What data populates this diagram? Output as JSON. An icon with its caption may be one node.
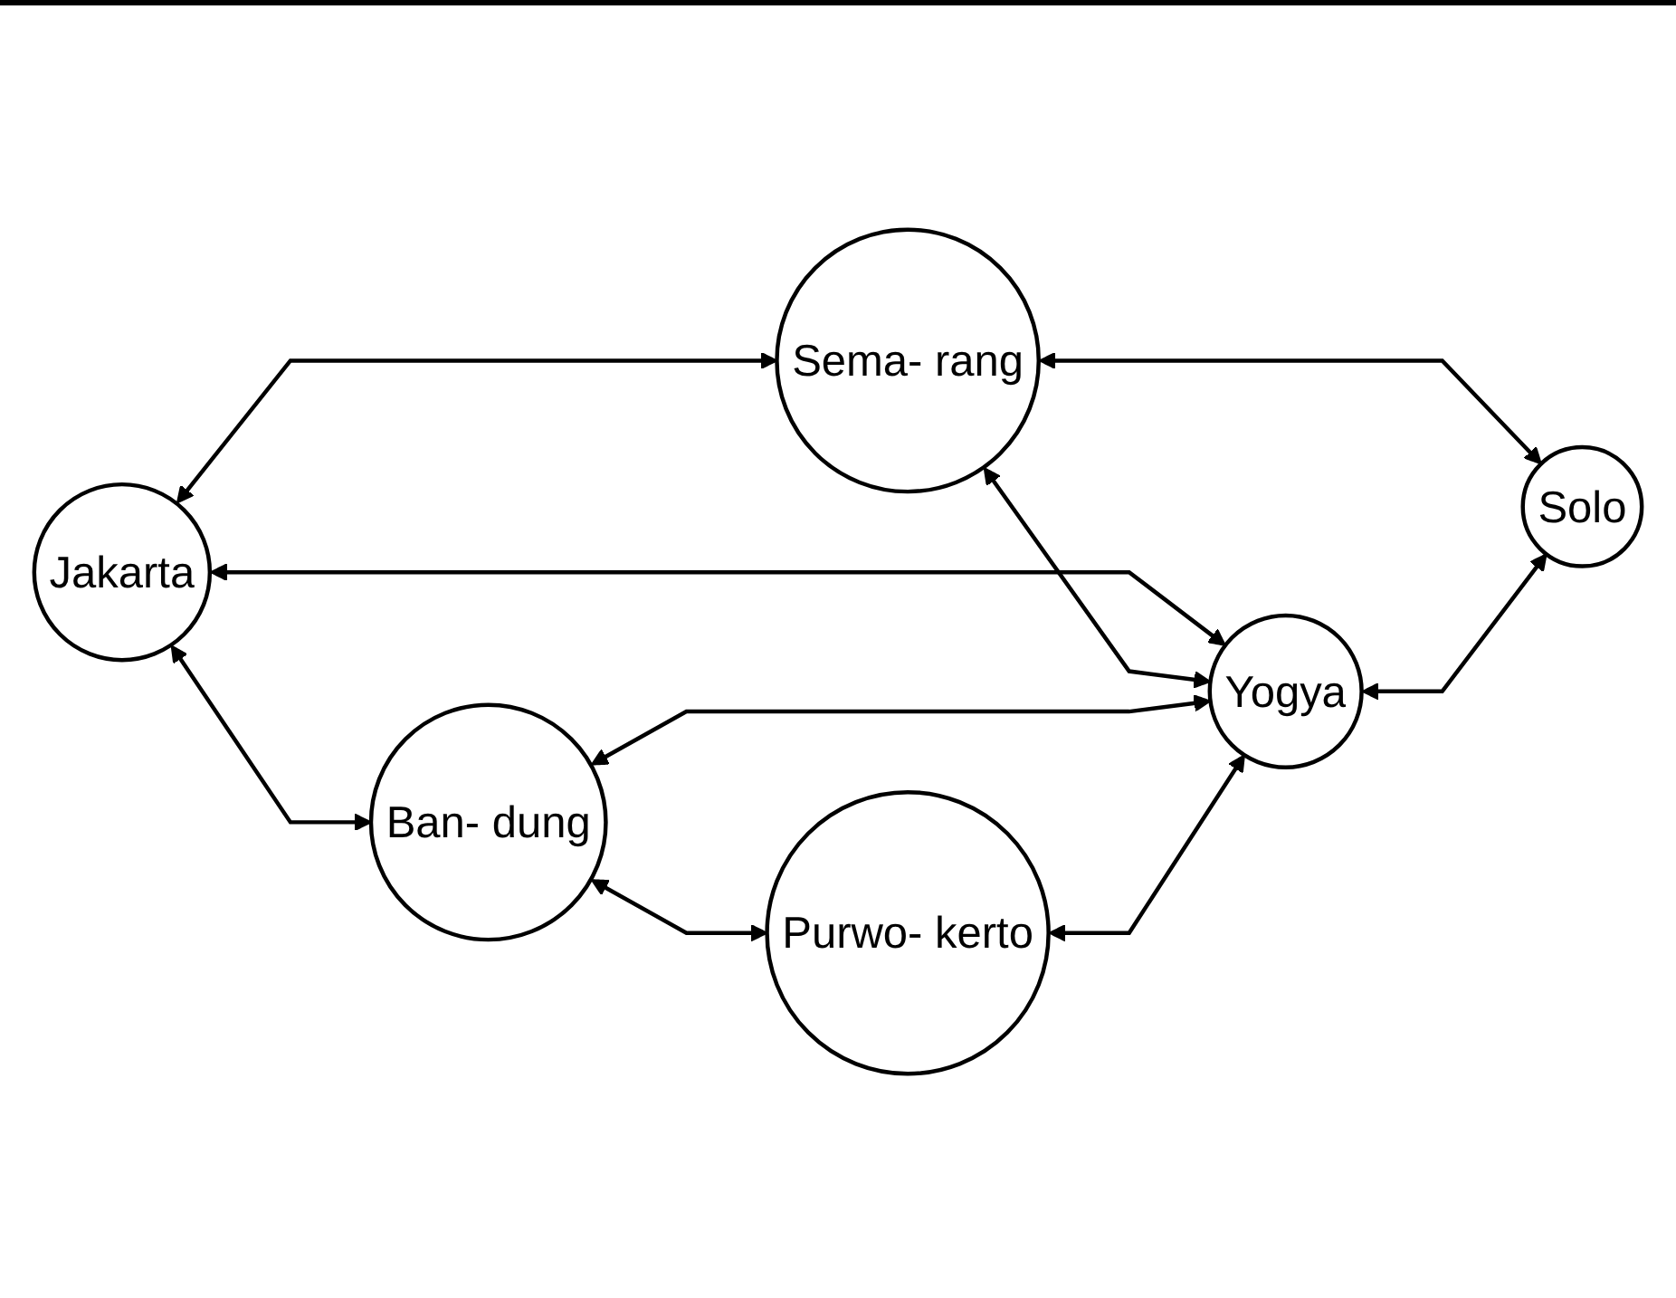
{
  "diagram": {
    "nodes": [
      {
        "text": [
          "Jakarta"
        ]
      },
      {
        "text": [
          "Sema- rang"
        ]
      },
      {
        "text": [
          "Ban- dung"
        ]
      },
      {
        "text": [
          "Yogya"
        ]
      },
      {
        "text": [
          "Solo"
        ]
      },
      {
        "text": [
          "Purwo- kerto"
        ]
      }
    ],
    "edges": [
      {
        "from": 0,
        "to": 1,
        "arrow": "both"
      },
      {
        "from": 0,
        "to": 2,
        "arrow": "both"
      },
      {
        "from": 0,
        "to": 3,
        "arrow": "both"
      },
      {
        "from": 1,
        "to": 3,
        "arrow": "both"
      },
      {
        "from": 1,
        "to": 4,
        "arrow": "both"
      },
      {
        "from": 2,
        "to": 3,
        "arrow": "both"
      },
      {
        "from": 3,
        "to": 4,
        "arrow": "both"
      },
      {
        "from": 2,
        "to": 5,
        "arrow": "both"
      },
      {
        "from": 5,
        "to": 3,
        "arrow": "both"
      }
    ]
  }
}
